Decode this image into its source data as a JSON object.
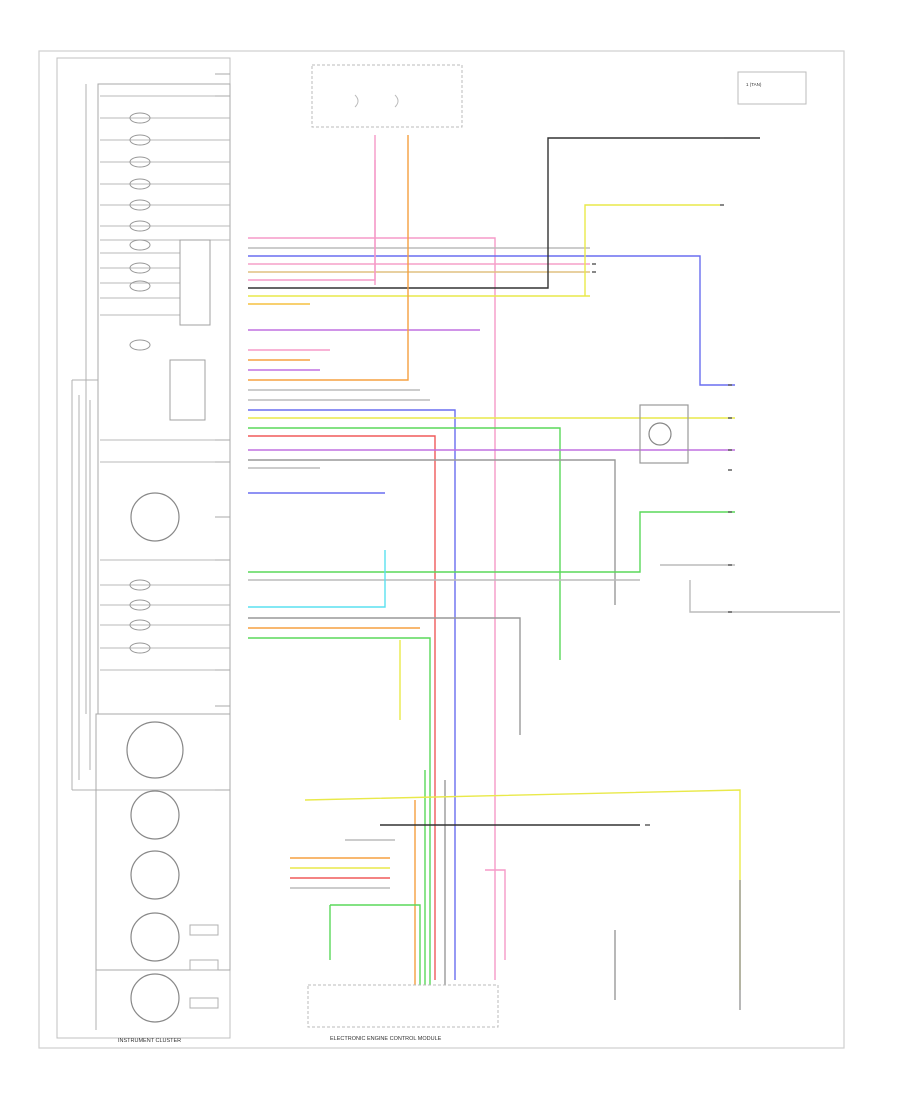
{
  "diagram": {
    "cluster_label": "INSTRUMENT CLUSTER",
    "bottom_caption": "ELECTRONIC ENGINE CONTROL MODULE",
    "wire_colors": {
      "pink": "#f59ac8",
      "orange": "#f5a040",
      "yellow": "#e9e94a",
      "blue": "#6a6ef0",
      "green": "#5ad85a",
      "cyan": "#5ae0f0",
      "violet": "#c070e0",
      "brown": "#b08850",
      "gray": "#999999",
      "black": "#333333",
      "tan": "#e0c080",
      "red": "#f05a5a"
    },
    "legend_ref": "1 (TAN)"
  }
}
